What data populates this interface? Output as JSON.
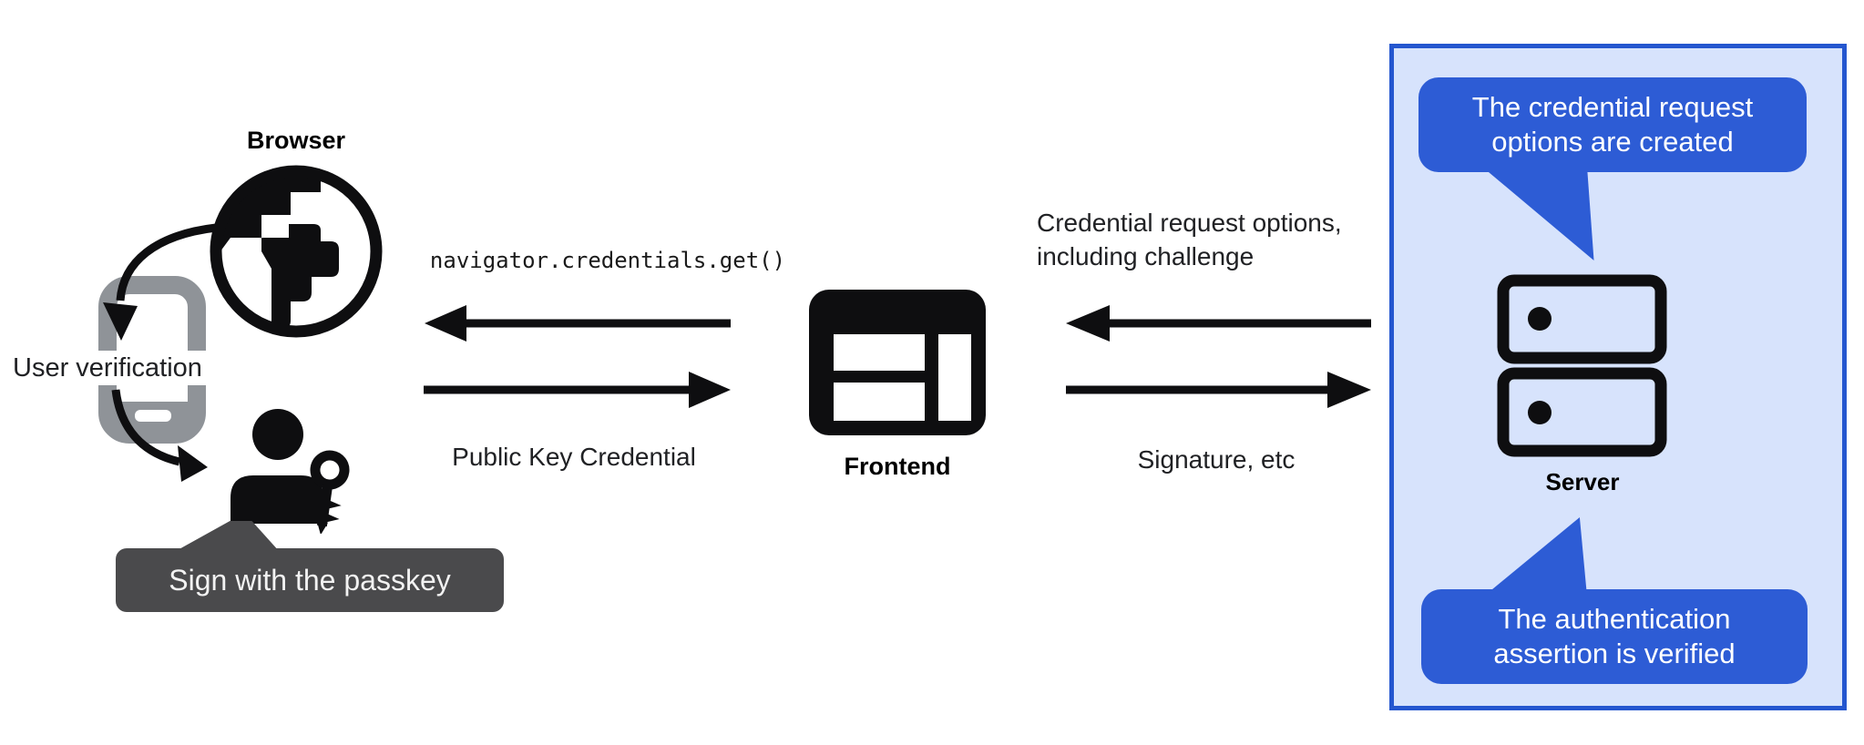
{
  "colors": {
    "ink": "#0e0e10",
    "text_dark": "#202124",
    "callout_blue": "#2d5cd5",
    "panel_fill": "#d7e3fc",
    "panel_border": "#2456cf",
    "bubble_text": "#ffffff",
    "tooltip_gray": "#4a4a4c",
    "tooltip_text": "#f2f2f2",
    "phone_gray": "#8f9398"
  },
  "nodes": {
    "browser": {
      "label": "Browser"
    },
    "frontend": {
      "label": "Frontend"
    },
    "server": {
      "label": "Server"
    }
  },
  "annotations": {
    "user_verification": "User verification",
    "sign_with_passkey": "Sign with the passkey"
  },
  "messages": {
    "get_call": "navigator.credentials.get()",
    "public_key_credential": "Public Key Credential",
    "credential_request": {
      "line1": "Credential request options,",
      "line2": "including challenge"
    },
    "signature": "Signature, etc"
  },
  "server_callouts": {
    "request_created": {
      "line1": "The credential request",
      "line2": "options are created"
    },
    "assertion_verified": {
      "line1": "The authentication",
      "line2": "assertion is verified"
    }
  }
}
